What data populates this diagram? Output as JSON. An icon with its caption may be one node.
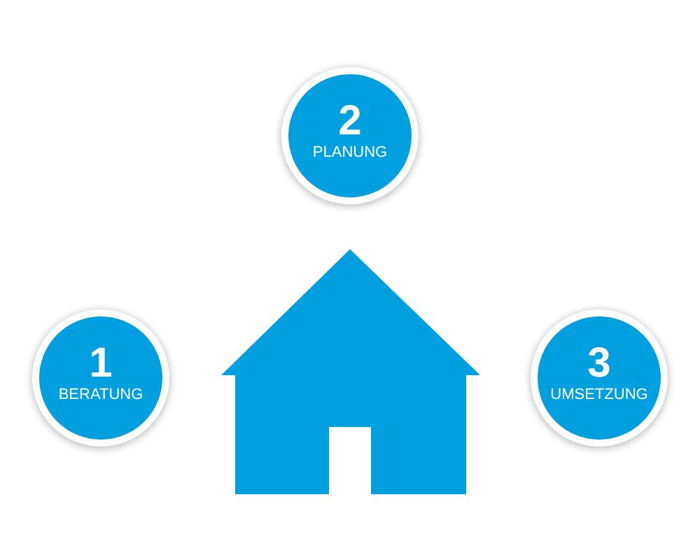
{
  "diagram": {
    "nodes": [
      {
        "text": [
          "1",
          "BERATUNG"
        ]
      },
      {
        "text": [
          "2",
          "PLANUNG"
        ]
      },
      {
        "text": [
          "3",
          "UMSETZUNG"
        ]
      }
    ]
  }
}
